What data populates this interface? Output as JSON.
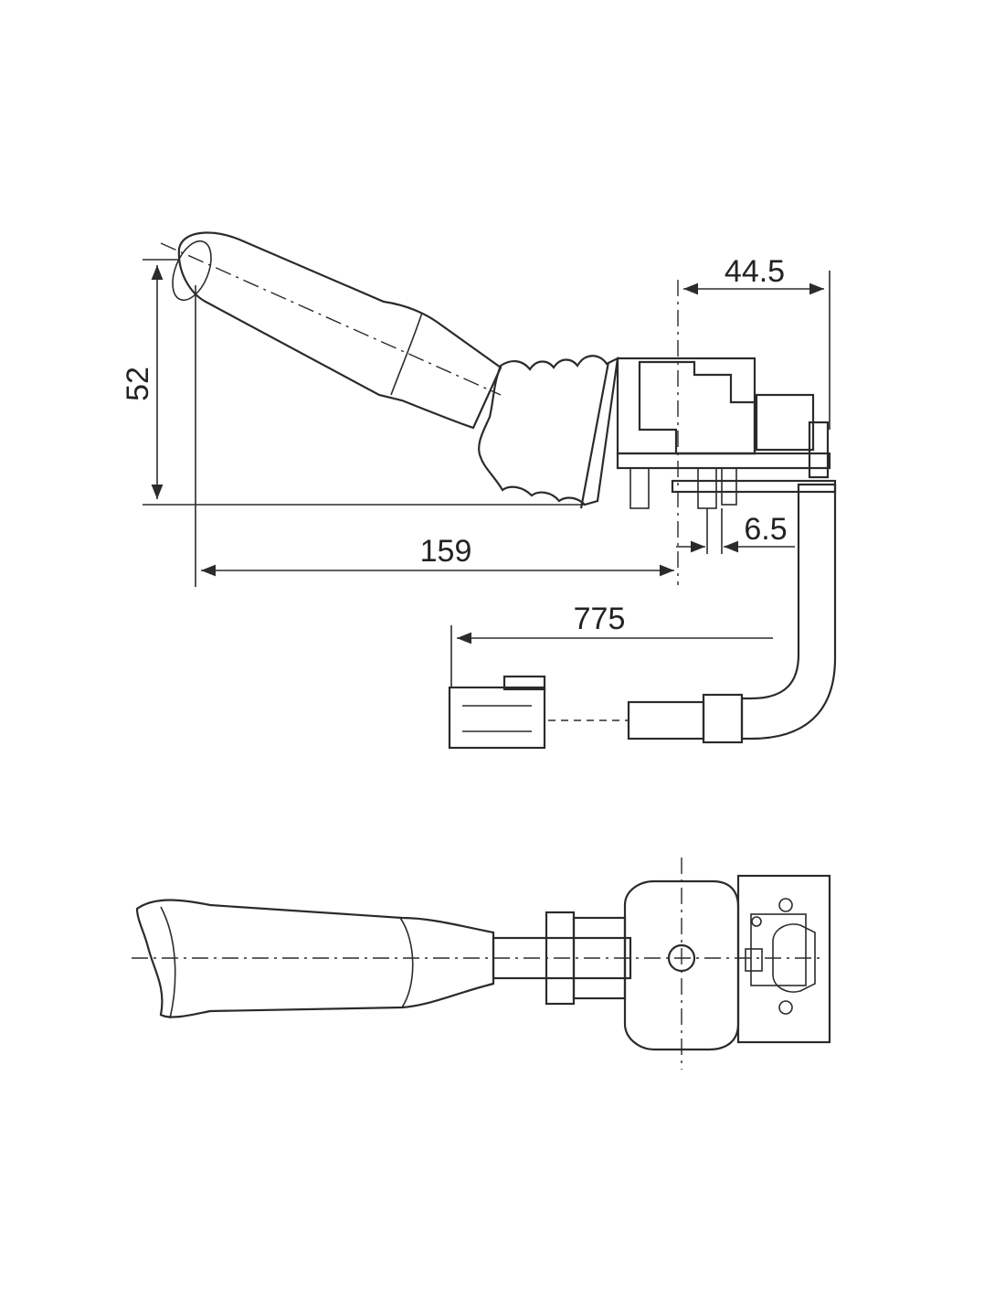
{
  "colors": {
    "handle": "#e8702a",
    "handle_dark": "#c95a1a",
    "housing": "#e8e8e8",
    "line": "#2b2b2b"
  },
  "dimensions": {
    "height_52": "52",
    "length_159": "159",
    "width_445": "44.5",
    "offset_65": "6.5",
    "cable_775": "775"
  }
}
